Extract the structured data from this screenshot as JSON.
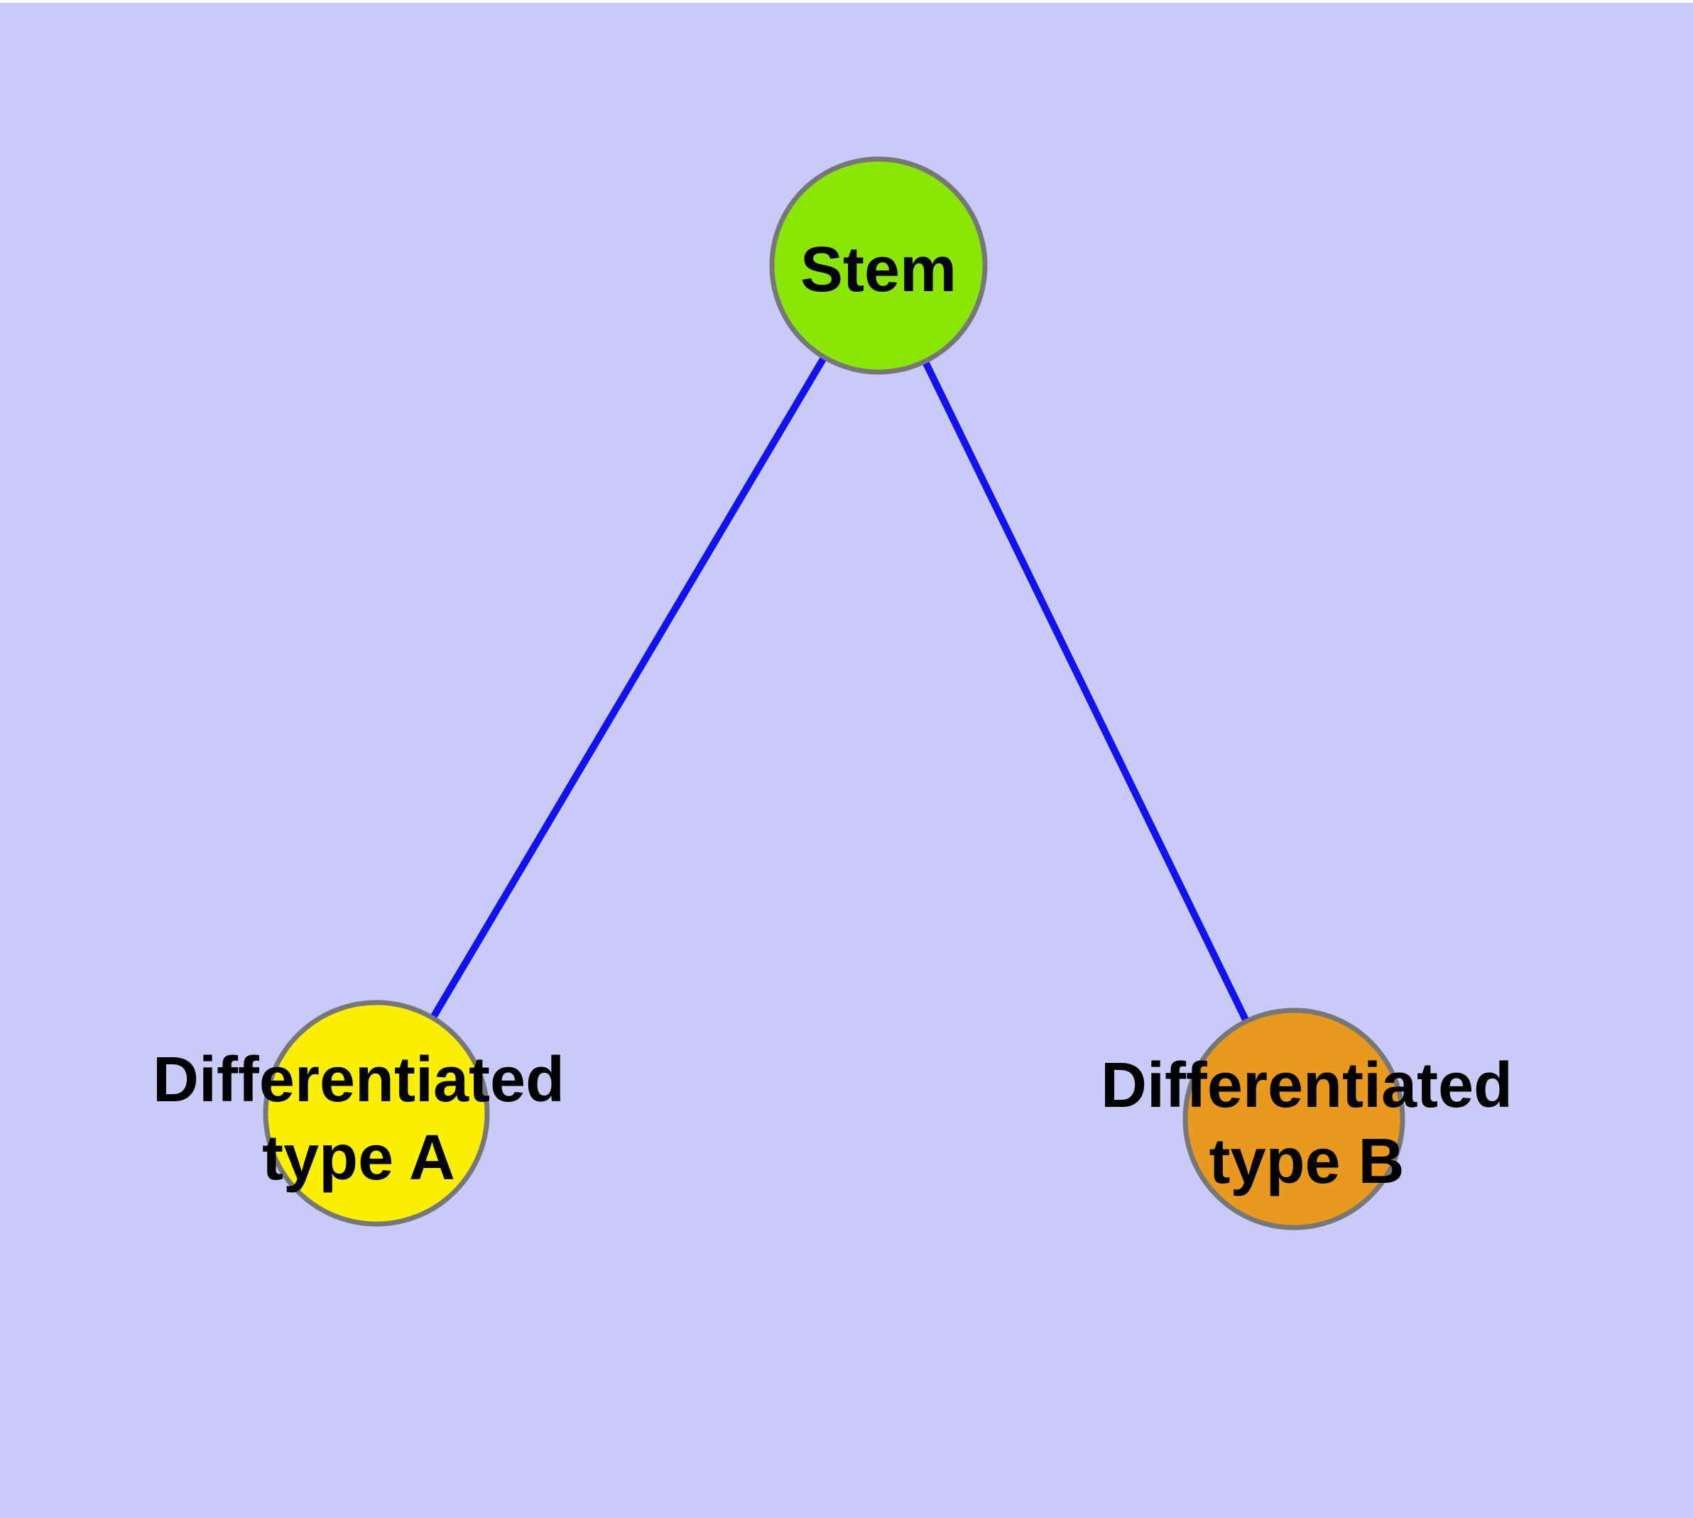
{
  "diagram": {
    "background_color": "#CACAF6",
    "top_strip_color": "#FFFFFF",
    "edge_color": "#1212F0",
    "node_border_color": "#777777",
    "text_color": "#000000",
    "nodes": {
      "stem": {
        "label": "Stem",
        "fill": "#8BE607"
      },
      "type_a": {
        "label_line1": "Differentiated",
        "label_line2": "type A",
        "fill": "#FBF000"
      },
      "type_b": {
        "label_line1": "Differentiated",
        "label_line2": "type B",
        "fill": "#E79A1E"
      }
    },
    "edges": [
      {
        "from": "Stem",
        "to": "Differentiated type A"
      },
      {
        "from": "Stem",
        "to": "Differentiated type B"
      }
    ]
  }
}
